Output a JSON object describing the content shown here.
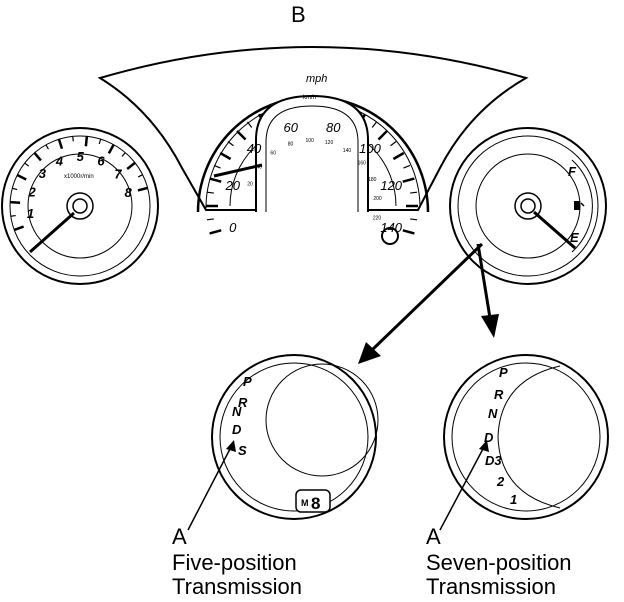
{
  "callouts": {
    "top": "B",
    "left": "A",
    "right": "A"
  },
  "tachometer": {
    "numbers": [
      "1",
      "2",
      "3",
      "4",
      "5",
      "6",
      "7",
      "8"
    ],
    "unit": "x1000r/min"
  },
  "speedometer": {
    "mph_numbers": [
      "0",
      "20",
      "40",
      "60",
      "80",
      "100",
      "120",
      "140"
    ],
    "mph_unit": "mph",
    "kmh_unit": "km/h",
    "kmh_numbers": [
      "20",
      "40",
      "60",
      "80",
      "100",
      "120",
      "140",
      "160",
      "180",
      "200",
      "220"
    ]
  },
  "fuel_gauge": {
    "full": "F",
    "empty": "E"
  },
  "five_position": {
    "gears": [
      "P",
      "R",
      "N",
      "D",
      "S"
    ],
    "gear_display": "8",
    "mode_letter": "M",
    "caption_line1": "Five-position",
    "caption_line2": "Transmission"
  },
  "seven_position": {
    "gears": [
      "P",
      "R",
      "N",
      "D",
      "D3",
      "2",
      "1"
    ],
    "caption_line1": "Seven-position",
    "caption_line2": "Transmission"
  }
}
